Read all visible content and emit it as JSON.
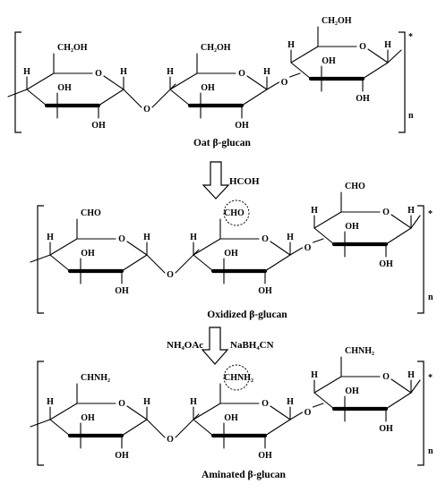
{
  "structures": [
    {
      "caption": "Oat β-glucan",
      "repeat_index": "n",
      "end_star": "*",
      "c6_groups": [
        "CH₂OH",
        "CH₂OH",
        "CH₂OH"
      ],
      "hydroxyl": "OH",
      "hydrogen": "H",
      "ring_oxygen": "O",
      "link_oxygen": "O",
      "highlight_index": -1
    },
    {
      "caption": "Oxidized β-glucan",
      "repeat_index": "n",
      "end_star": "*",
      "c6_groups": [
        "CHO",
        "CHO",
        "CHO"
      ],
      "hydroxyl": "OH",
      "hydrogen": "H",
      "ring_oxygen": "O",
      "link_oxygen": "O",
      "highlight_index": 1
    },
    {
      "caption": "Aminated β-glucan",
      "repeat_index": "n",
      "end_star": "*",
      "c6_groups": [
        "CHNH₂",
        "CHNH₂",
        "CHNH₂"
      ],
      "hydroxyl": "OH",
      "hydrogen": "H",
      "ring_oxygen": "O",
      "link_oxygen": "O",
      "highlight_index": 1
    }
  ],
  "steps": [
    {
      "reagents": [
        "HCOH"
      ]
    },
    {
      "reagents": [
        "NH₄OAc",
        "NaBH₄CN"
      ]
    }
  ]
}
